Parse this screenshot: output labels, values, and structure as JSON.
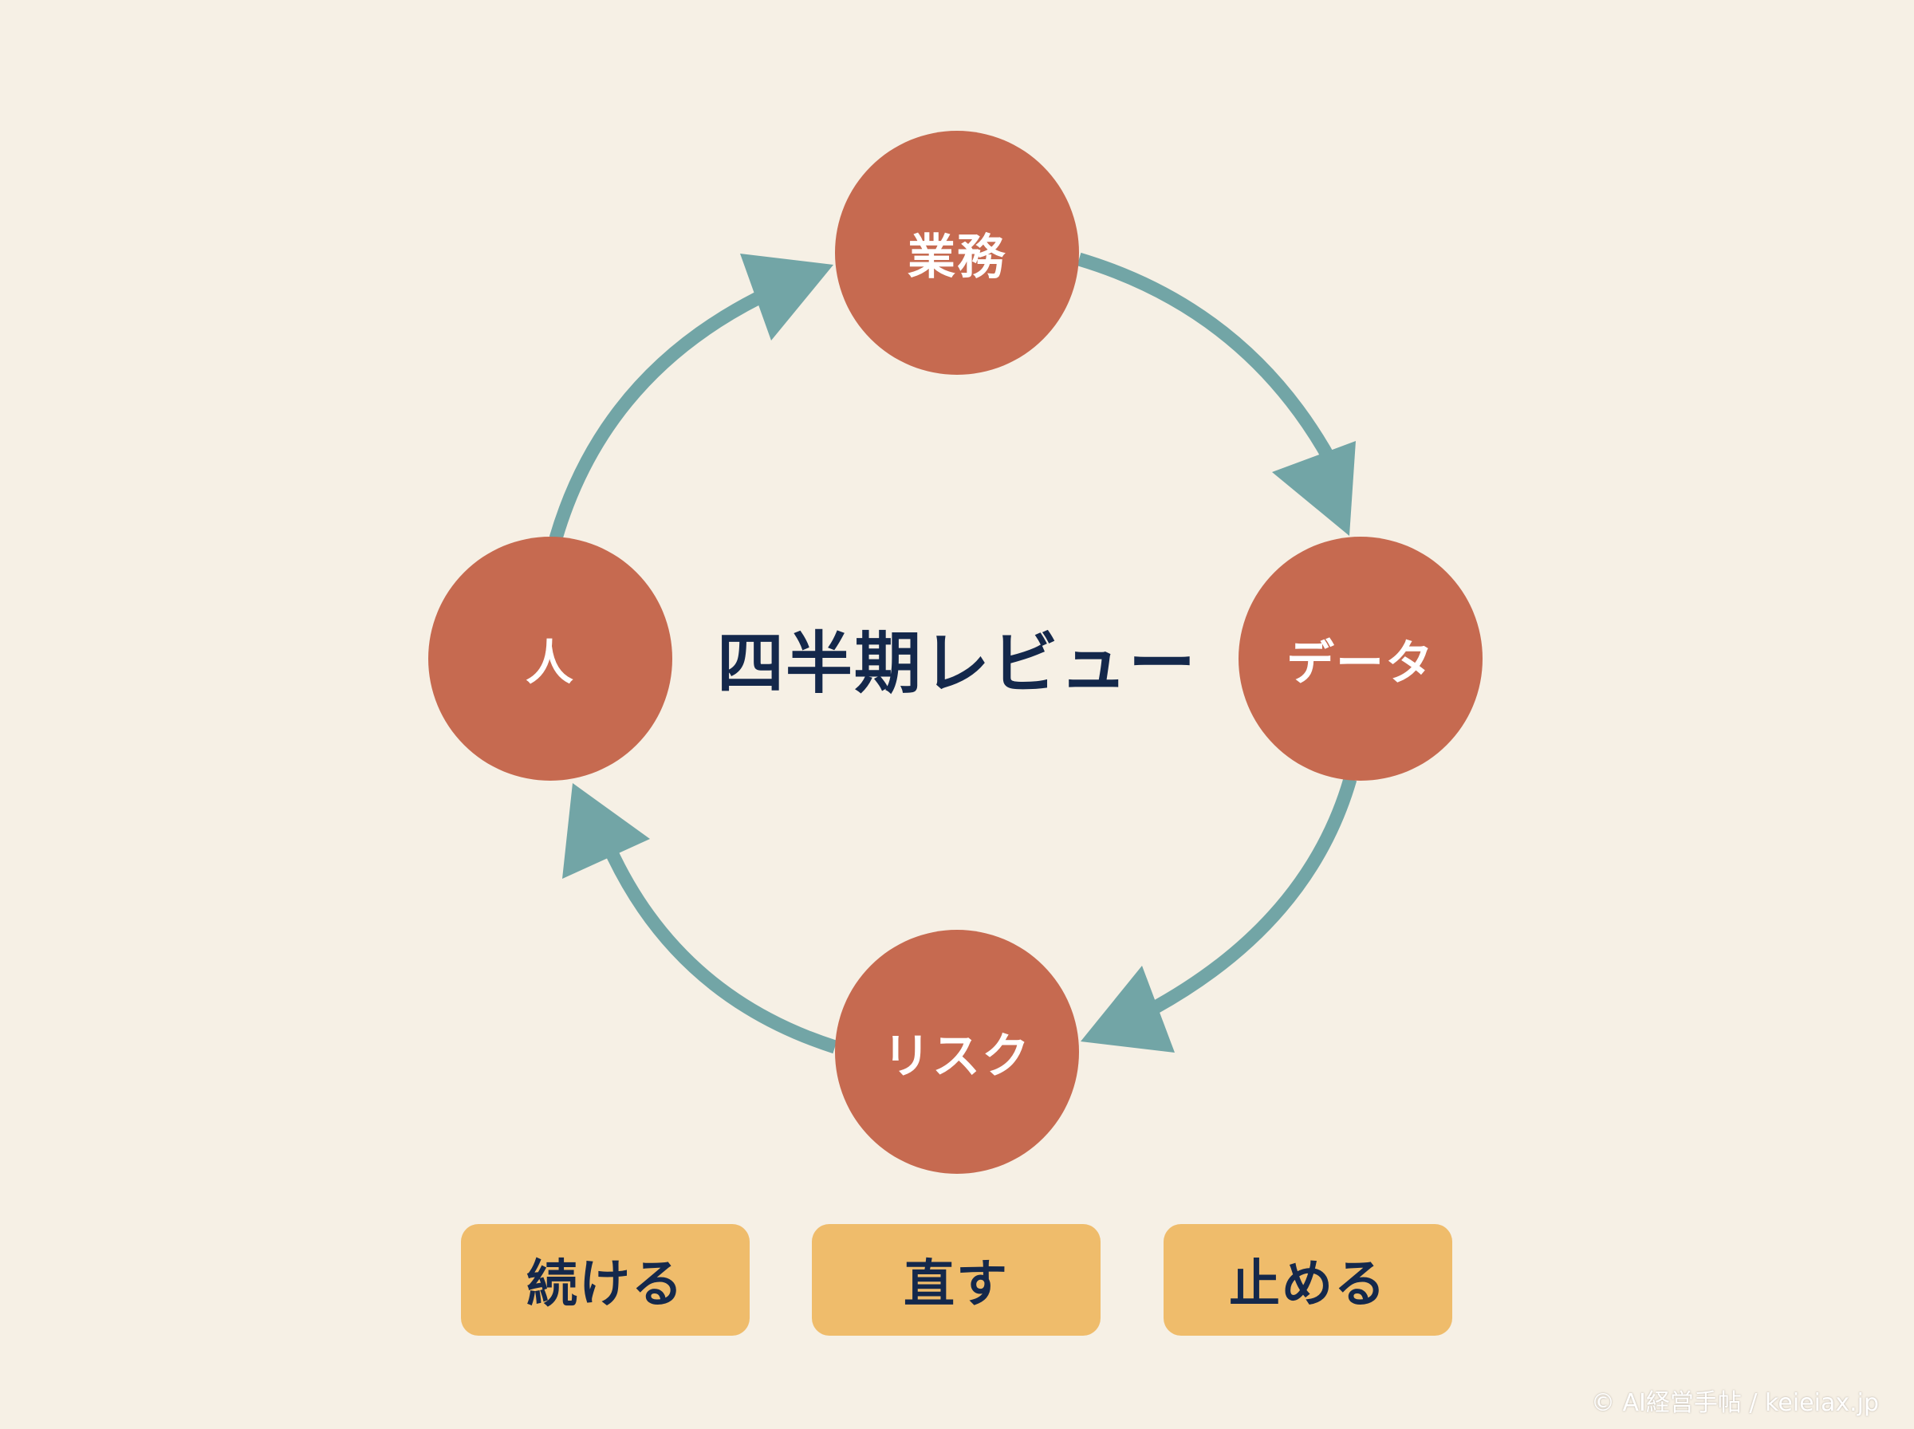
{
  "diagram": {
    "center_title": "四半期レビュー",
    "nodes": [
      {
        "id": "gyomu",
        "label": "業務"
      },
      {
        "id": "data",
        "label": "データ"
      },
      {
        "id": "risk",
        "label": "リスク"
      },
      {
        "id": "hito",
        "label": "人"
      }
    ],
    "flow": [
      "業務",
      "データ",
      "リスク",
      "人",
      "業務"
    ],
    "colors": {
      "background": "#f6f0e5",
      "node_fill": "#c66a50",
      "node_text": "#ffffff",
      "arrow": "#72a5a6",
      "title_text": "#14284b",
      "action_fill": "#efbc6b"
    }
  },
  "actions": [
    {
      "label": "続ける"
    },
    {
      "label": "直す"
    },
    {
      "label": "止める"
    }
  ],
  "footer": {
    "credit": "© AI経営手帖 / keieiax.jp"
  }
}
